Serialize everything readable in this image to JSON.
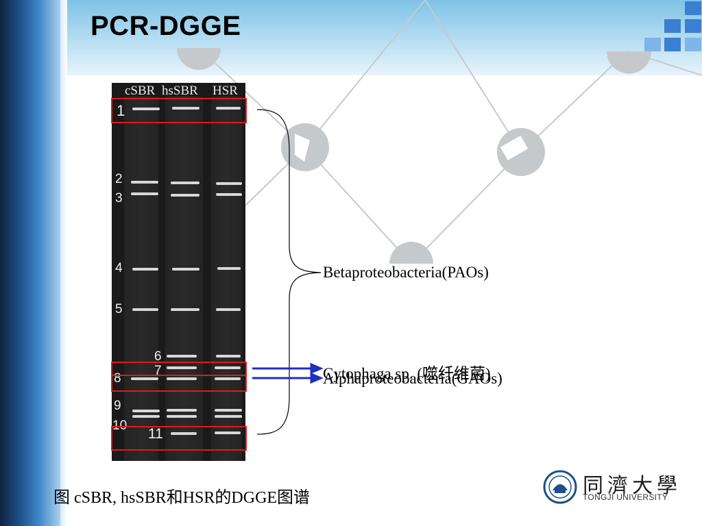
{
  "slide": {
    "title": "PCR-DGGE"
  },
  "gel": {
    "lanes": [
      "cSBR",
      "hsSBR",
      "HSR"
    ],
    "bands": [
      "1",
      "2",
      "3",
      "4",
      "5",
      "6",
      "7",
      "8",
      "9",
      "10",
      "11"
    ]
  },
  "annotations": {
    "beta": "Betaproteobacteria(PAOs)",
    "cytophaga": "Cytophaga sp. (噬纤维菌)",
    "alpha": "Alphaproteobacteria(GAOs)"
  },
  "caption": "图 cSBR, hsSBR和HSR的DGGE图谱",
  "logo": {
    "chinese": "同濟大學",
    "english": "TONGJI UNIVERSITY"
  },
  "colors": {
    "highlight_box": "#e21a1a",
    "arrow": "#1f2fc0",
    "title_band": "#7ec2e6",
    "tile_blue": "#3b7fd0"
  }
}
